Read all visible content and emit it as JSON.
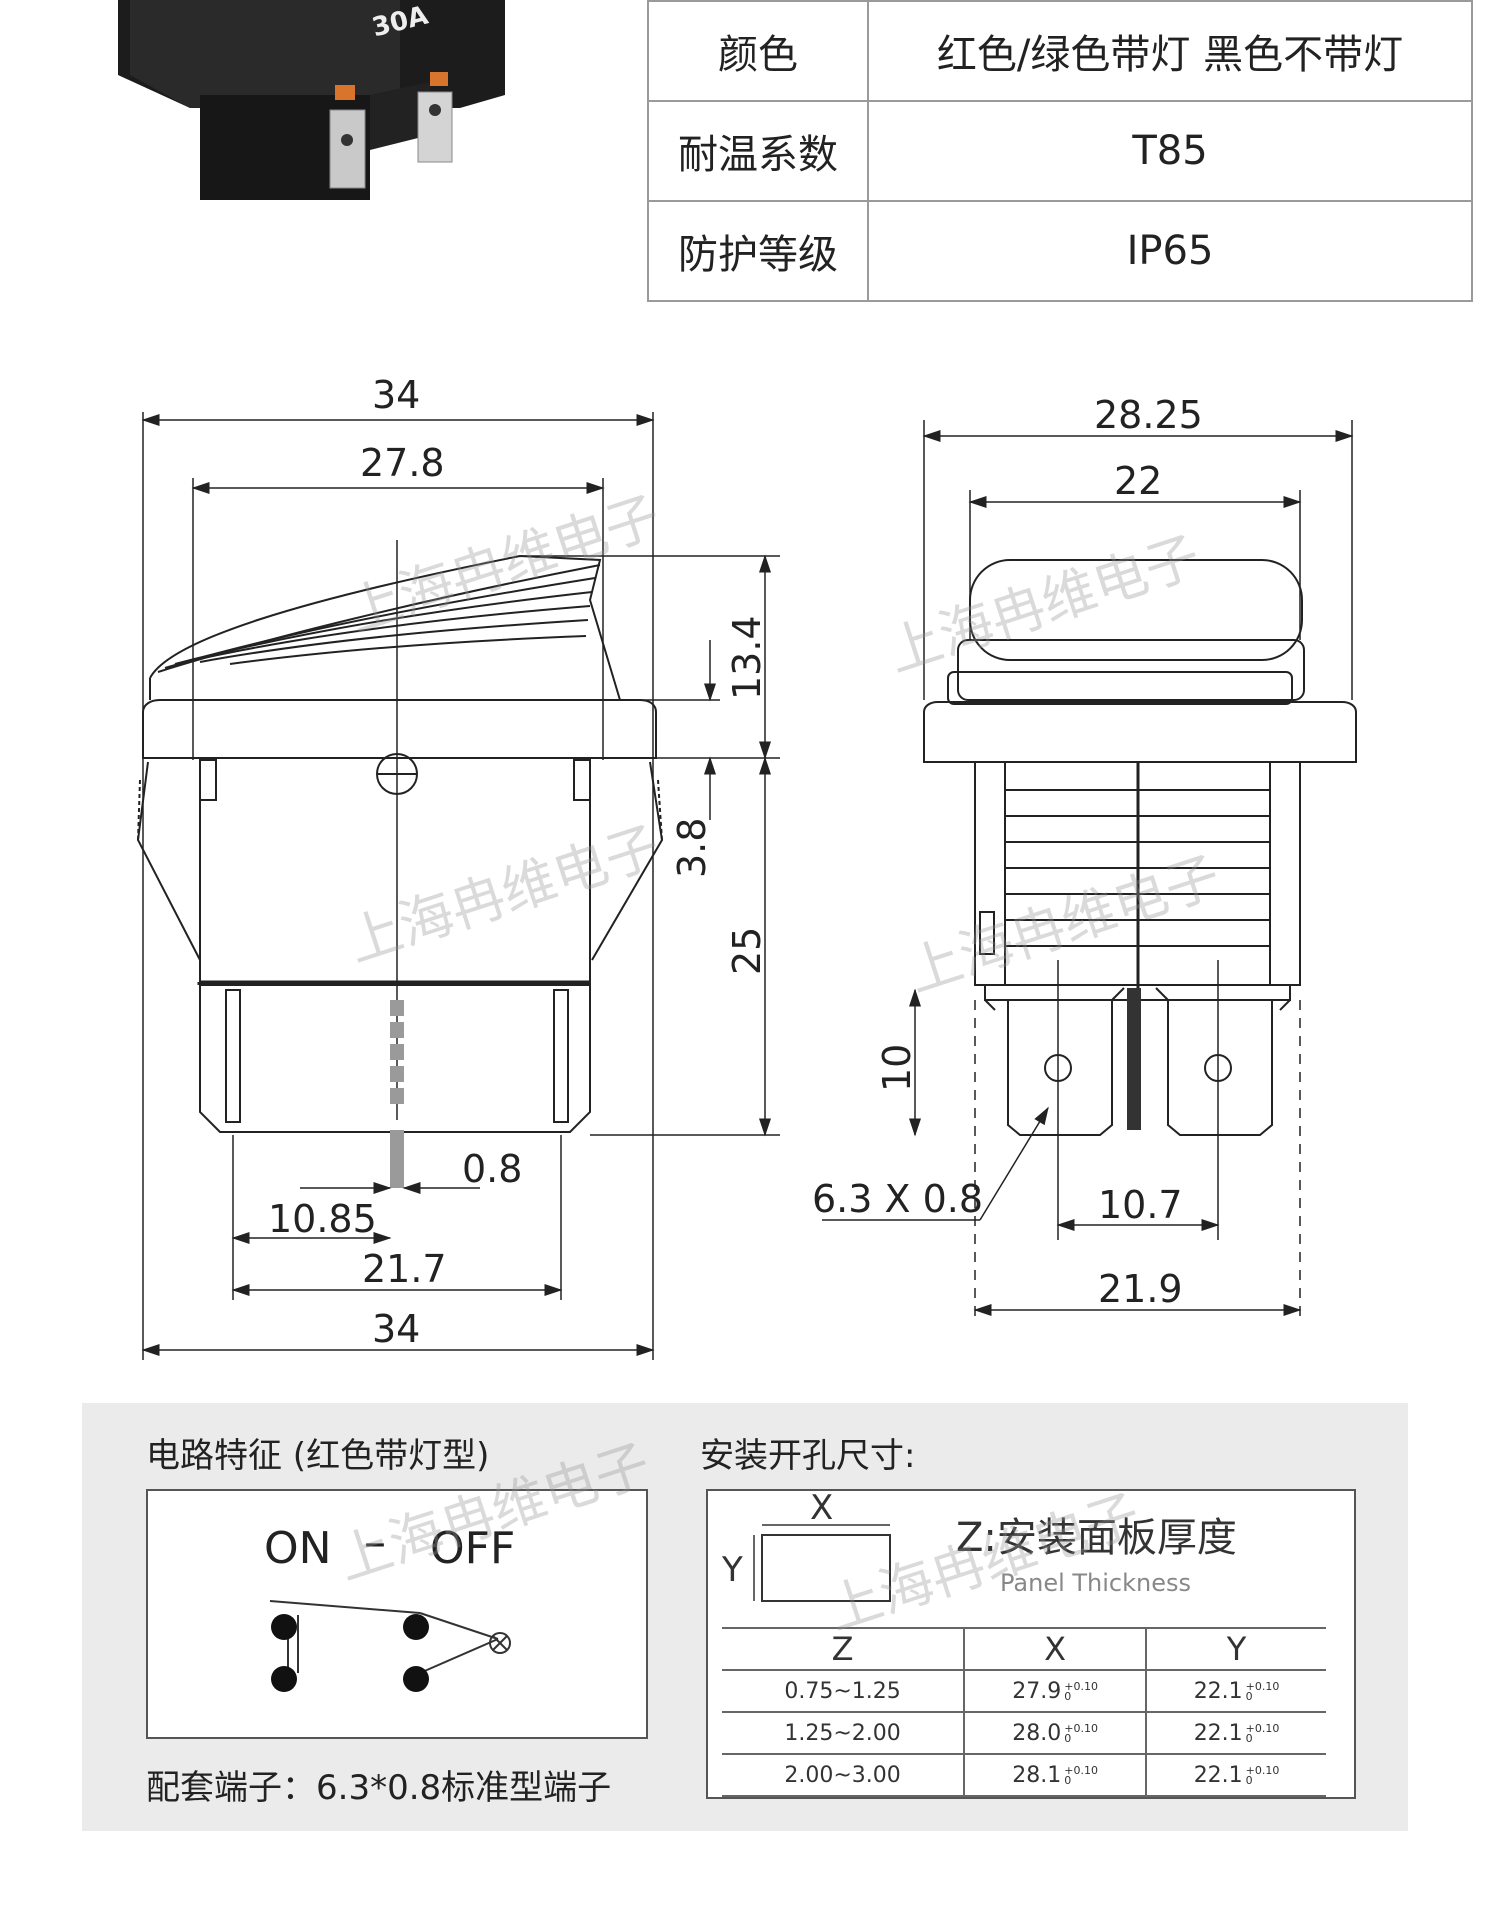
{
  "product_photo": {
    "rating_text": "30A"
  },
  "spec_table": {
    "rows": [
      {
        "label": "颜色",
        "value": "红色/绿色带灯  黑色不带灯"
      },
      {
        "label": "耐温系数",
        "value": "T85"
      },
      {
        "label": "防护等级",
        "value": "IP65"
      }
    ]
  },
  "front_view": {
    "dims": {
      "overall_width_top": "34",
      "rocker_width": "27.8",
      "rocker_height": "13.4",
      "flange_thickness": "3.8",
      "body_height": "25",
      "center_terminal_width": "0.8",
      "half_pitch": "10.85",
      "terminal_span": "21.7",
      "overall_width_bottom": "34"
    }
  },
  "side_view": {
    "dims": {
      "overall_width": "28.25",
      "rocker_width": "22",
      "terminal_length": "10",
      "terminal_size": "6.3 X 0.8",
      "terminal_pitch": "10.7",
      "body_width": "21.9"
    }
  },
  "circuit": {
    "heading": "电路特征 (红色带灯型)",
    "state_on": "ON",
    "dash": "–",
    "state_off": "OFF",
    "footer": "配套端子：6.3*0.8标准型端子"
  },
  "mounting": {
    "heading": "安装开孔尺寸:",
    "x_label": "X",
    "y_label": "Y",
    "title": "Z:安装面板厚度",
    "subtitle": "Panel Thickness",
    "columns": [
      "Z",
      "X",
      "Y"
    ],
    "rows": [
      {
        "z": "0.75~1.25",
        "x": "27.9",
        "y": "22.1"
      },
      {
        "z": "1.25~2.00",
        "x": "28.0",
        "y": "22.1"
      },
      {
        "z": "2.00~3.00",
        "x": "28.1",
        "y": "22.1"
      }
    ],
    "tol_upper": "+0.10",
    "tol_lower": "0"
  },
  "watermark": "上海冉维电子"
}
